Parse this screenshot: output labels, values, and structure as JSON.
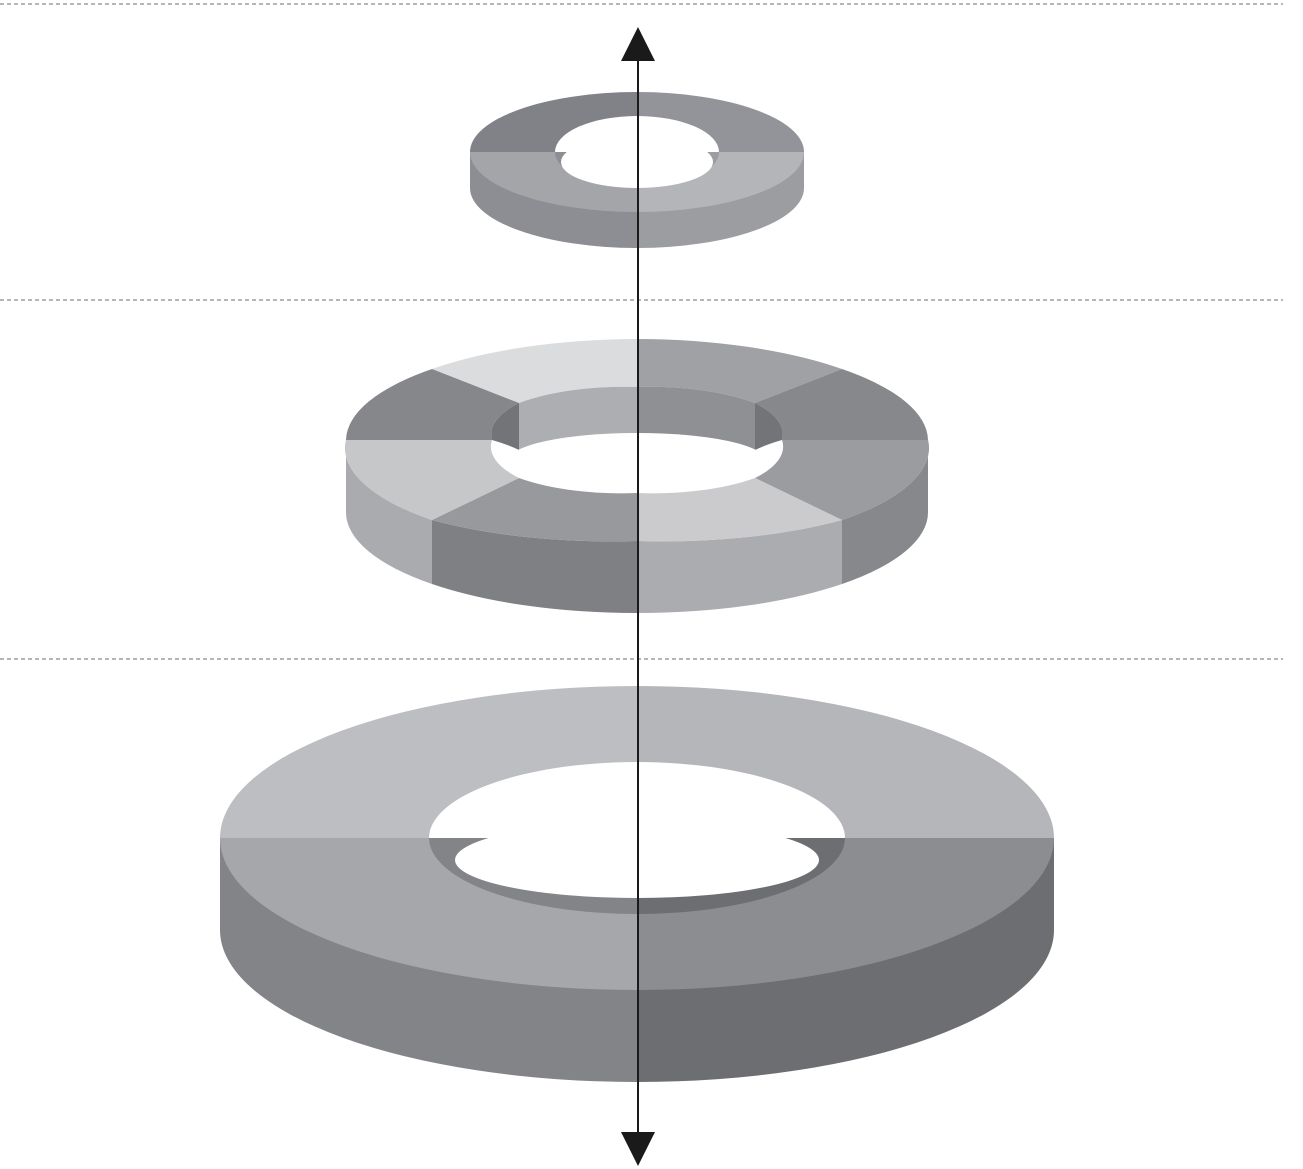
{
  "diagram": {
    "type": "stacked-3d-ring-diagram",
    "axis": {
      "arrow_top": true,
      "arrow_bottom": true
    },
    "separators": 3,
    "rings": [
      {
        "name": "top-ring",
        "segments": 2,
        "top_colors": [
          "#818287",
          "#939499"
        ],
        "front_colors": [
          "#a4a5a9",
          "#b4b5b9"
        ],
        "wall_colors": [
          "#8d8e93",
          "#9c9da1"
        ],
        "inner_wall_colors": [
          "#6f7075",
          "#7e7f84"
        ]
      },
      {
        "name": "middle-ring",
        "segments": 6,
        "top_colors": [
          "#dbdcde",
          "#a0a1a5",
          "#87888c",
          "#9b9ca0",
          "#cbcbcd",
          "#98999d",
          "#c6c7c9",
          "#86878b"
        ],
        "wall_colors": [
          "#aaabae",
          "#7f8084",
          "#abacaf",
          "#87888c"
        ],
        "inner_wall_colors": [
          "#adaeb1",
          "#8f9094",
          "#737478"
        ]
      },
      {
        "name": "bottom-ring",
        "segments": 4,
        "top_colors": [
          "#bdbec1",
          "#b5b6ba",
          "#a6a7ab",
          "#8c8d91"
        ],
        "wall_colors": [
          "#838488",
          "#6d6e72"
        ],
        "inner_wall_colors": [
          "#a6a7ab",
          "#96979b"
        ]
      }
    ],
    "colors": {
      "axis": "#1a1a1a",
      "separator": "#6e6e6e",
      "background": "#ffffff"
    }
  }
}
